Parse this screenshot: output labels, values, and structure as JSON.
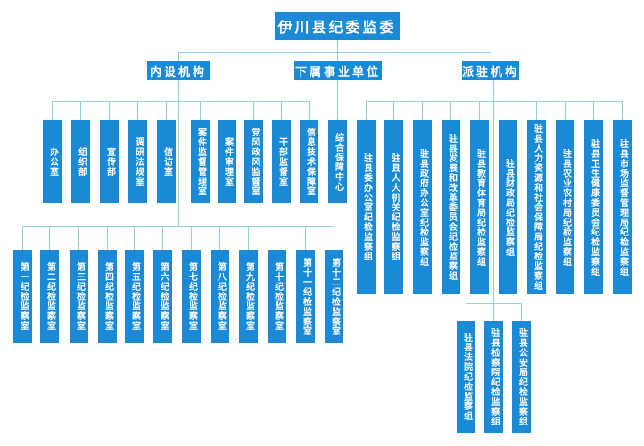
{
  "root": {
    "label": "伊川县纪委监委"
  },
  "categories": [
    {
      "label": "内设机构"
    },
    {
      "label": "下属事业单位"
    },
    {
      "label": "派驻机构"
    }
  ],
  "internal_offices": [
    {
      "label": "办公室"
    },
    {
      "label": "组织部"
    },
    {
      "label": "宣传部"
    },
    {
      "label": "调研法规室"
    },
    {
      "label": "信访室"
    },
    {
      "label": "案件监督管理室"
    },
    {
      "label": "案件审理室"
    },
    {
      "label": "党风政风监督室"
    },
    {
      "label": "干部监督室"
    },
    {
      "label": "信息技术保障室"
    }
  ],
  "supervision_rooms": [
    {
      "label": "第一纪检监察室"
    },
    {
      "label": "第二纪检监察室"
    },
    {
      "label": "第三纪检监察室"
    },
    {
      "label": "第四纪检监察室"
    },
    {
      "label": "第五纪检监察室"
    },
    {
      "label": "第六纪检监察室"
    },
    {
      "label": "第七纪检监察室"
    },
    {
      "label": "第八纪检监察室"
    },
    {
      "label": "第九纪检监察室"
    },
    {
      "label": "第十纪检监察室"
    },
    {
      "label": "第十一纪检监察室"
    },
    {
      "label": "第十二纪检监察室"
    }
  ],
  "subordinate_units": [
    {
      "label": "综合保障中心"
    }
  ],
  "stationed_groups": [
    {
      "label": "驻县委办公室纪检监察组"
    },
    {
      "label": "驻县人大机关纪检监察组"
    },
    {
      "label": "驻县政府办公室纪检监察组"
    },
    {
      "label": "驻县发展和改革委员会纪检监察组"
    },
    {
      "label": "驻县教育体育局纪检监察组"
    },
    {
      "label": "驻县财政局纪检监察组"
    },
    {
      "label": "驻县人力资源和社会保障局纪检监察组"
    },
    {
      "label": "驻县农业农村局纪检监察组"
    },
    {
      "label": "驻县卫生健康委员会纪检监察组"
    },
    {
      "label": "驻县市场监督管理局纪检监察组"
    }
  ],
  "stationed_groups_extra": [
    {
      "label": "驻县法院纪检监察组"
    },
    {
      "label": "驻县检察院纪检监察组"
    },
    {
      "label": "驻县公安局纪检监察组"
    }
  ],
  "colors": {
    "box": "#1a8ad6",
    "line": "#8fd3dc",
    "text": "#ffffff"
  }
}
